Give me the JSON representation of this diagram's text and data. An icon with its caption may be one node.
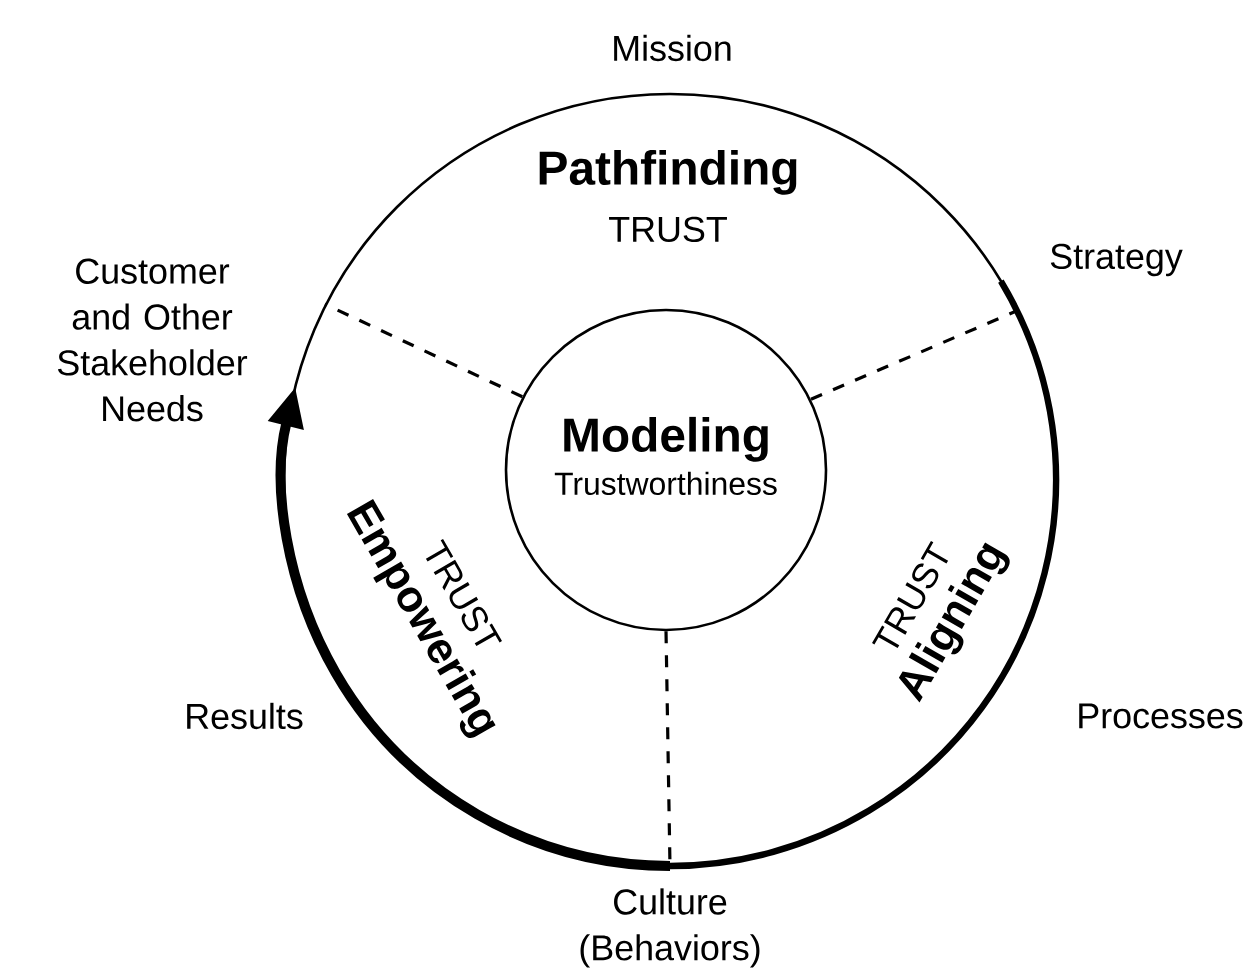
{
  "diagram": {
    "nodes": [
      {
        "text": [],
        "shape": "circle"
      },
      {
        "text": [
          "Modeling",
          "Trustworthiness"
        ],
        "in": 0
      },
      {
        "text": [
          "Pathfinding",
          "TRUST"
        ],
        "in": 0
      },
      {
        "text": [
          "TRUST",
          "Empowering"
        ],
        "in": 0
      },
      {
        "text": [
          "TRUST",
          "Aligning"
        ],
        "in": 0
      }
    ],
    "edges": [
      {
        "from": 1,
        "to": 0,
        "arrow": "none",
        "style": "dashed"
      },
      {
        "from": 1,
        "to": 0,
        "arrow": "none",
        "style": "dashed"
      },
      {
        "from": 1,
        "to": 0,
        "arrow": "none",
        "style": "dashed"
      }
    ],
    "labels": [
      "Mission",
      "Strategy",
      "Customer and Other Stakeholder Needs",
      "Results",
      "Processes",
      "Culture (Behaviors)"
    ]
  }
}
